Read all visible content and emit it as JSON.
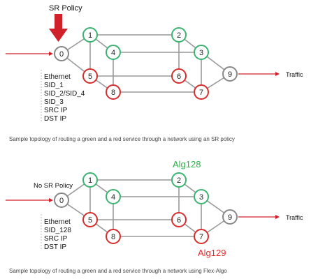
{
  "colors": {
    "green": "#3cb371",
    "red": "#d62d2d",
    "gray": "#888888",
    "edge": "#999999",
    "arrow": "#d0212a",
    "alg128": "#2fb04a",
    "alg129": "#e03030"
  },
  "diagrams": [
    {
      "policy_label": "SR Policy",
      "traffic_label": "Traffic",
      "nodes": [
        {
          "label": "0",
          "color": "gray"
        },
        {
          "label": "1",
          "color": "green"
        },
        {
          "label": "2",
          "color": "green"
        },
        {
          "label": "3",
          "color": "green"
        },
        {
          "label": "4",
          "color": "green"
        },
        {
          "label": "5",
          "color": "red"
        },
        {
          "label": "6",
          "color": "red"
        },
        {
          "label": "7",
          "color": "red"
        },
        {
          "label": "8",
          "color": "red"
        },
        {
          "label": "9",
          "color": "gray"
        }
      ],
      "headers": [
        "Ethernet",
        "SID_1",
        "SID_2/SID_4",
        "SID_3",
        "SRC IP",
        "DST IP"
      ],
      "caption": "Sample topology of routing a green and a red service through a network using an SR policy"
    },
    {
      "policy_label": "No SR Policy",
      "traffic_label": "Traffic",
      "alg128_label": "Alg128",
      "alg129_label": "Alg129",
      "nodes": [
        {
          "label": "0",
          "color": "gray"
        },
        {
          "label": "1",
          "color": "green"
        },
        {
          "label": "2",
          "color": "green"
        },
        {
          "label": "3",
          "color": "green"
        },
        {
          "label": "4",
          "color": "green"
        },
        {
          "label": "5",
          "color": "red"
        },
        {
          "label": "6",
          "color": "red"
        },
        {
          "label": "7",
          "color": "red"
        },
        {
          "label": "8",
          "color": "red"
        },
        {
          "label": "9",
          "color": "gray"
        }
      ],
      "headers": [
        "Ethernet",
        "SID_128",
        "SRC IP",
        "DST IP"
      ],
      "caption": "Sample topology of routing a green and a red service through a network using Flex-Algo"
    }
  ]
}
